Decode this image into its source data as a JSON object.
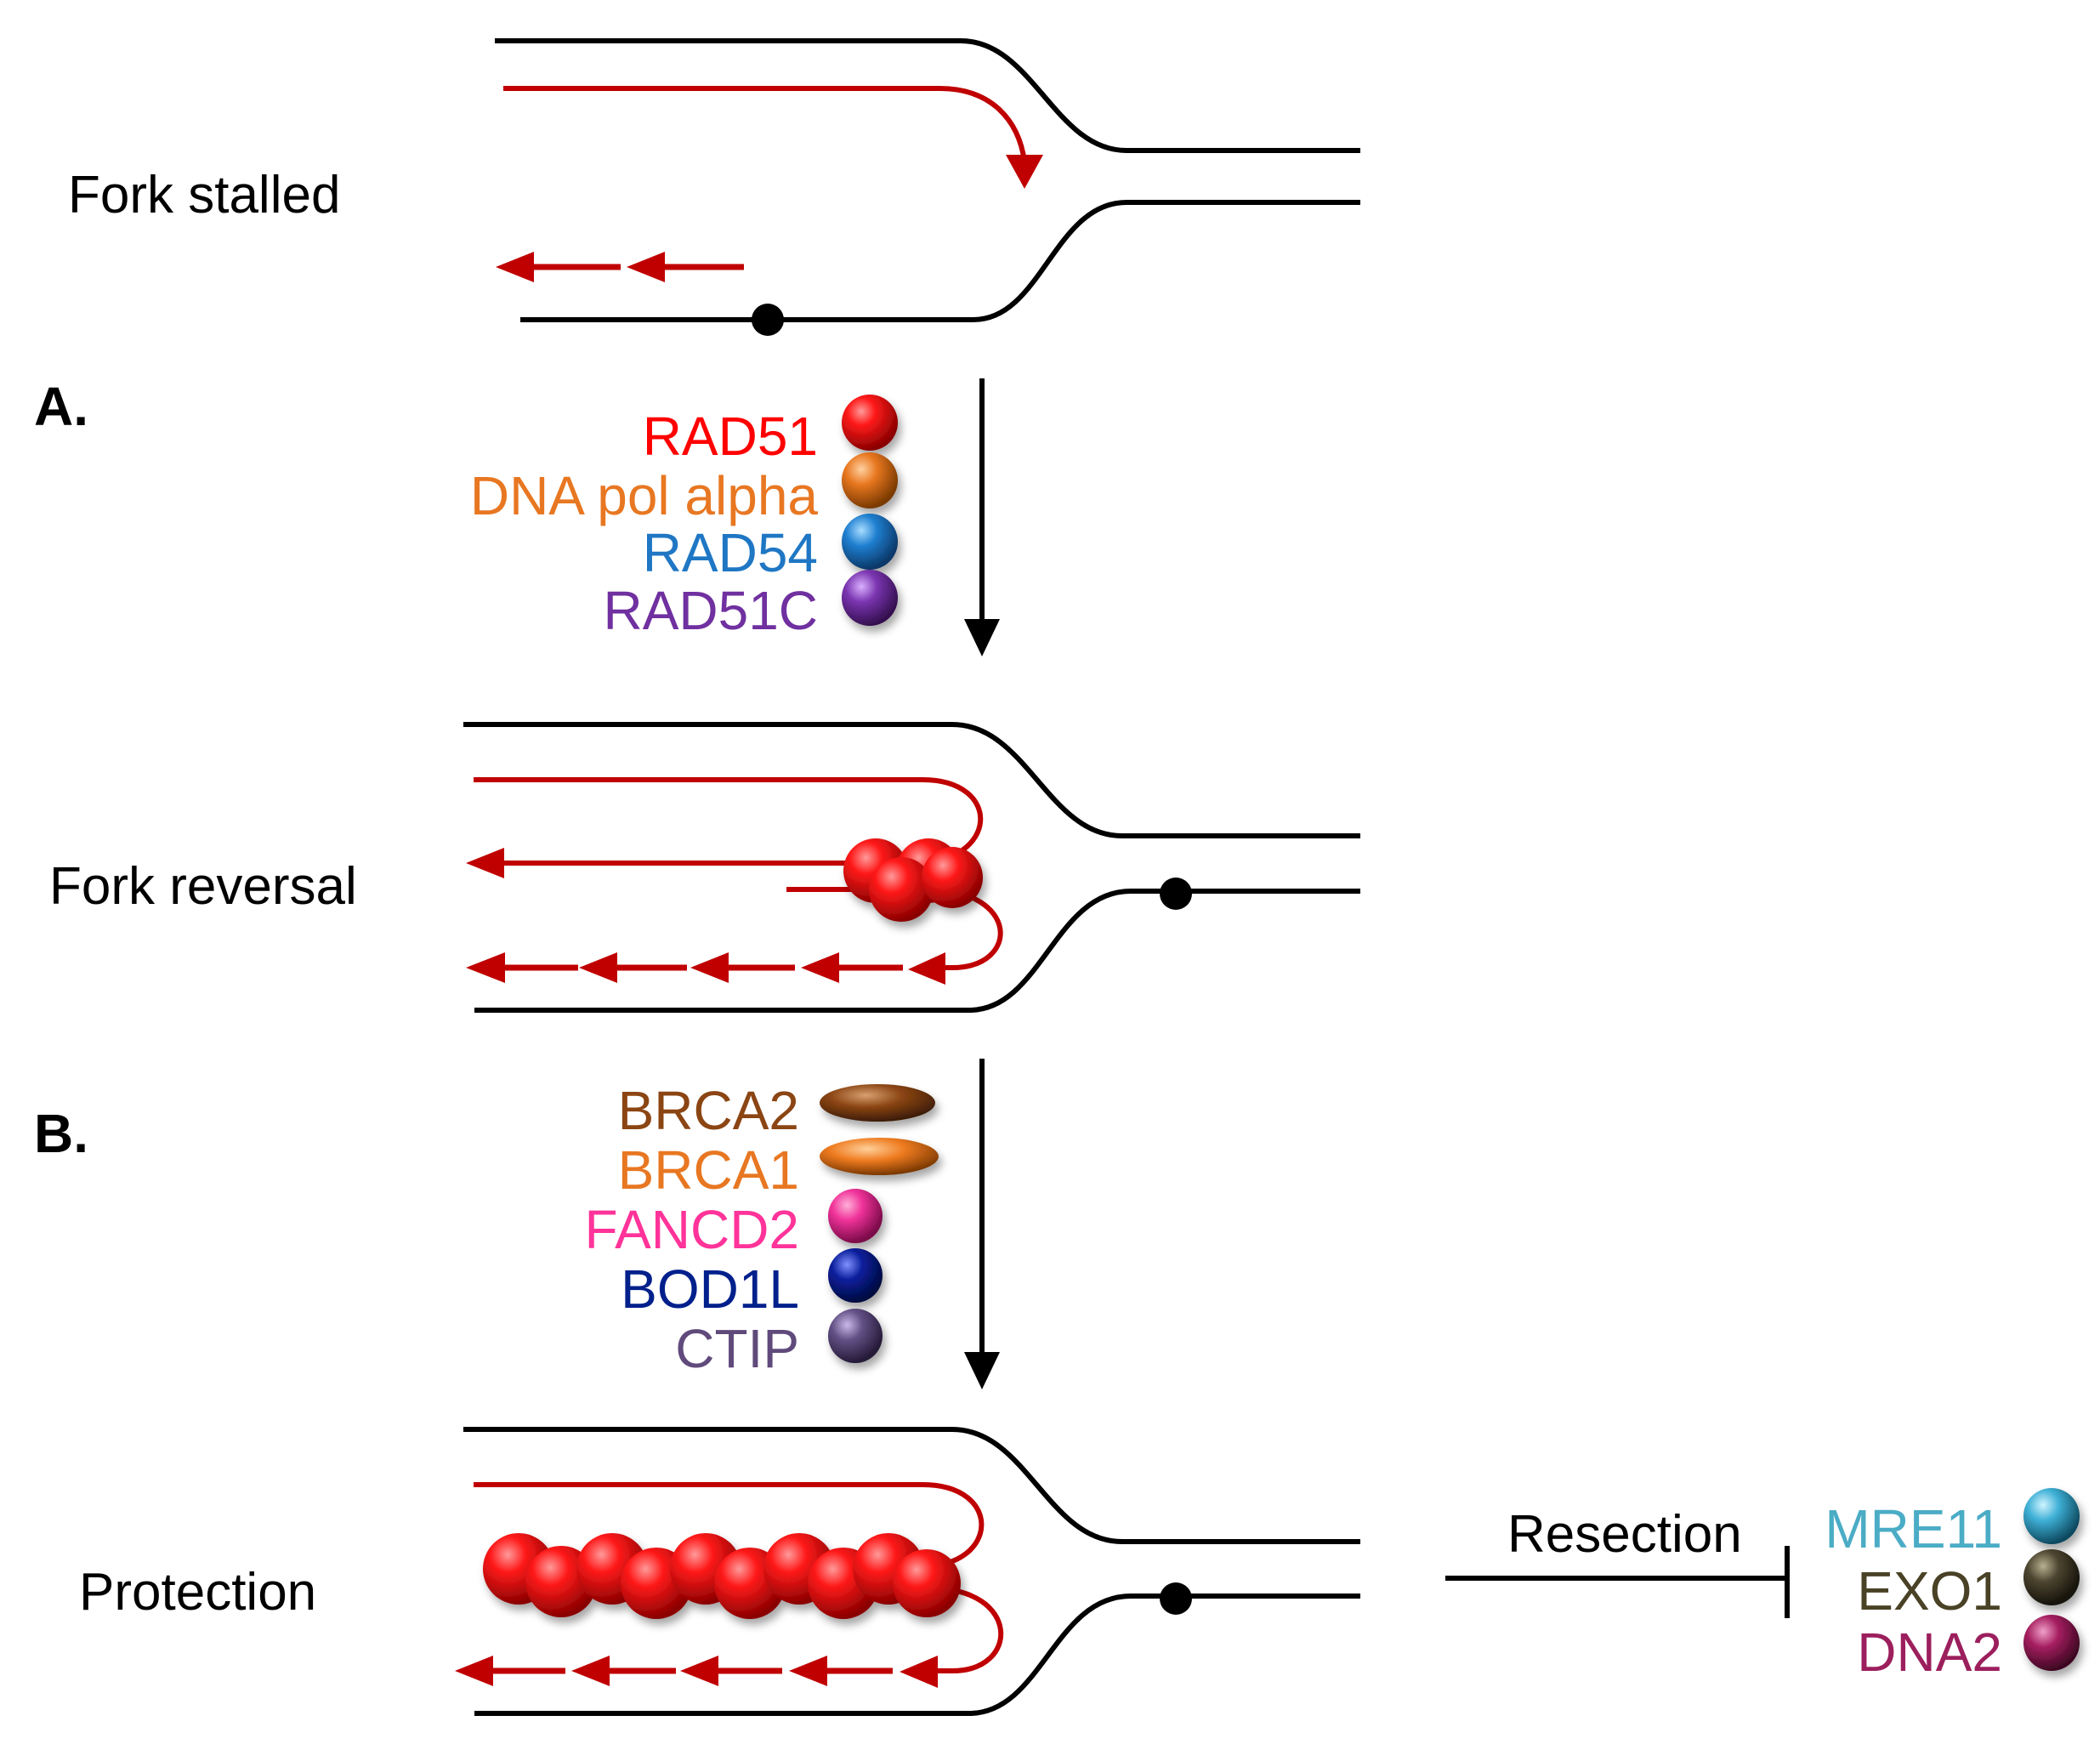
{
  "stages": {
    "stalled": "Fork stalled",
    "reversal": "Fork reversal",
    "protection": "Protection"
  },
  "panels": {
    "a": "A.",
    "b": "B."
  },
  "factors_a": [
    {
      "name": "RAD51",
      "color": "#ff0000"
    },
    {
      "name": "DNA pol alpha",
      "color": "#e87722"
    },
    {
      "name": "RAD54",
      "color": "#1f77c4"
    },
    {
      "name": "RAD51C",
      "color": "#7030a0"
    }
  ],
  "factors_b": [
    {
      "name": "BRCA2",
      "color": "#8b4513"
    },
    {
      "name": "BRCA1",
      "color": "#e87722"
    },
    {
      "name": "FANCD2",
      "color": "#ff3399"
    },
    {
      "name": "BOD1L",
      "color": "#00208c"
    },
    {
      "name": "CTIP",
      "color": "#604a7b"
    }
  ],
  "resection": {
    "label": "Resection",
    "nucleases": [
      {
        "name": "MRE11",
        "color": "#4bacc6"
      },
      {
        "name": "EXO1",
        "color": "#4a4226"
      },
      {
        "name": "DNA2",
        "color": "#9c1f5d"
      }
    ]
  },
  "colors": {
    "dna": "#000000",
    "nascent": "#c00000",
    "rad51": "#ff0000"
  }
}
